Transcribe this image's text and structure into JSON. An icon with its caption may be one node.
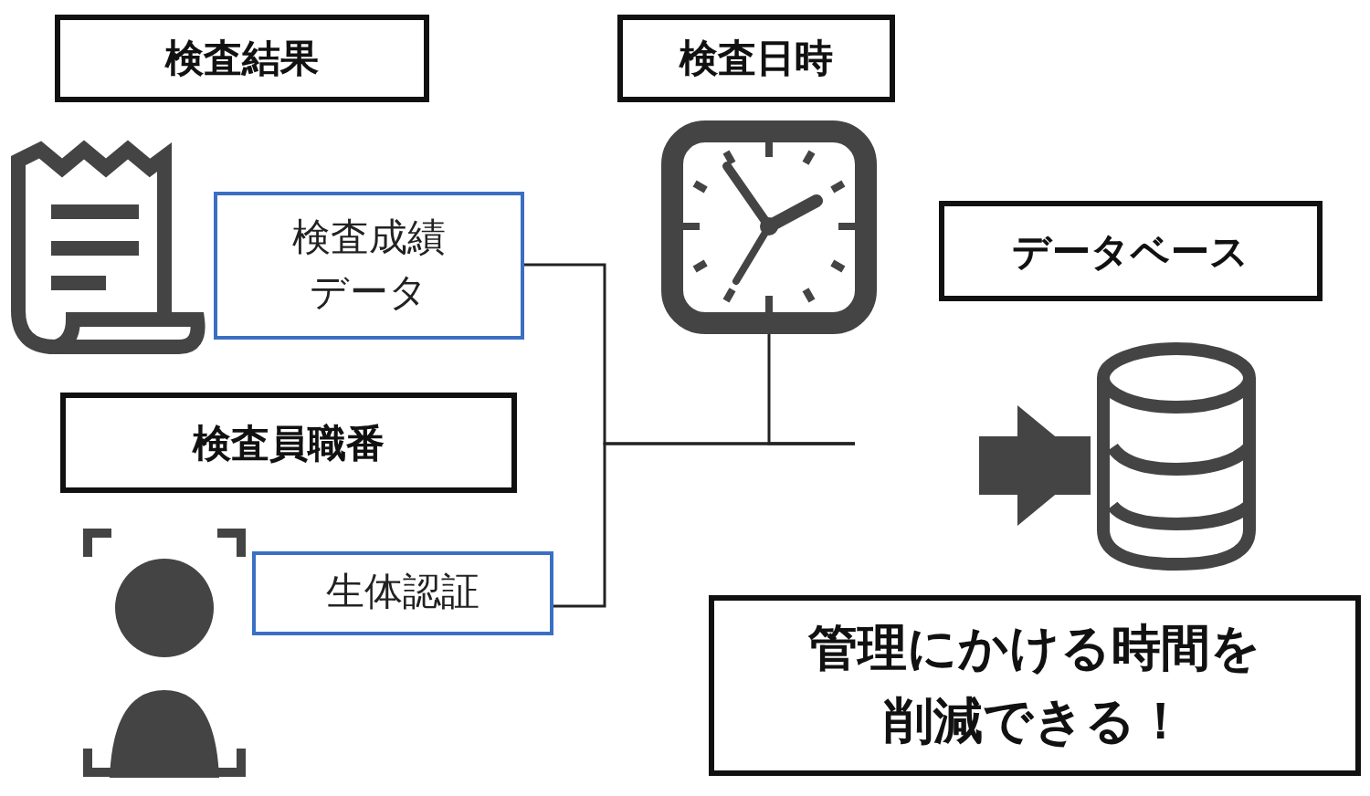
{
  "diagram": {
    "nodes": [
      {
        "text": [
          "検査結果"
        ]
      },
      {
        "text": [
          "検査成績データ"
        ]
      },
      {
        "text": [
          "検査員職番"
        ]
      },
      {
        "text": [
          "生体認証"
        ]
      },
      {
        "text": [
          "検査日時"
        ]
      },
      {
        "text": [],
        "shape": "picture"
      },
      {
        "text": [
          "データベース"
        ]
      },
      {
        "text": [],
        "shape": "picture"
      },
      {
        "text": [
          "管理にかける時間を削減できる！"
        ]
      }
    ],
    "edges": [
      {
        "from": 1,
        "to": null,
        "arrow": "none"
      },
      {
        "from": 3,
        "to": null,
        "arrow": "none"
      },
      {
        "from": 5,
        "to": null,
        "arrow": "none"
      },
      {
        "from": null,
        "to": 7,
        "arrow": "to",
        "style": "thick"
      }
    ]
  }
}
